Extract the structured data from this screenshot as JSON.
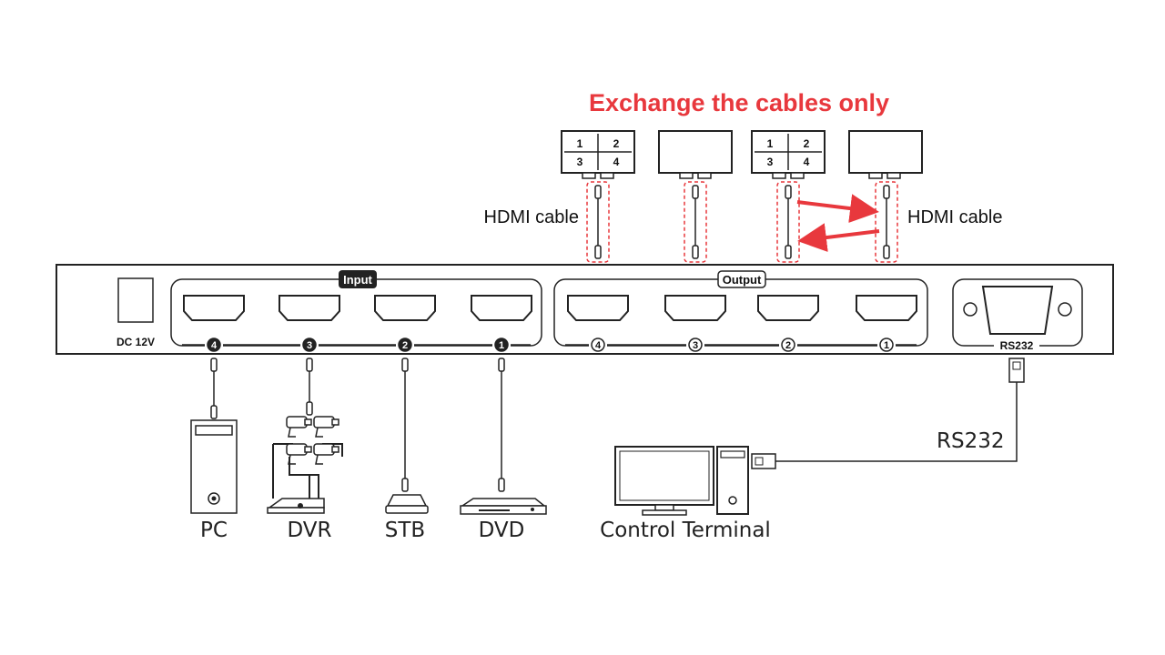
{
  "headline": "Exchange the cables only",
  "hdmi_label_left": "HDMI cable",
  "hdmi_label_right": "HDMI cable",
  "monitors": [
    {
      "grid": [
        "1",
        "2",
        "3",
        "4"
      ]
    },
    {
      "grid": []
    },
    {
      "grid": [
        "1",
        "2",
        "3",
        "4"
      ]
    },
    {
      "grid": []
    }
  ],
  "matrix": {
    "power_label": "DC 12V",
    "input_group_label": "Input",
    "output_group_label": "Output",
    "rs232_label": "RS232",
    "input_ports": [
      "4",
      "3",
      "2",
      "1"
    ],
    "output_ports": [
      "4",
      "3",
      "2",
      "1"
    ]
  },
  "sources": [
    "PC",
    "DVR",
    "STB",
    "DVD"
  ],
  "rs232_cable_label": "RS232",
  "control_terminal_label": "Control Terminal",
  "colors": {
    "accent": "#e8383d",
    "line": "#222222",
    "label_bg": "#222222"
  }
}
